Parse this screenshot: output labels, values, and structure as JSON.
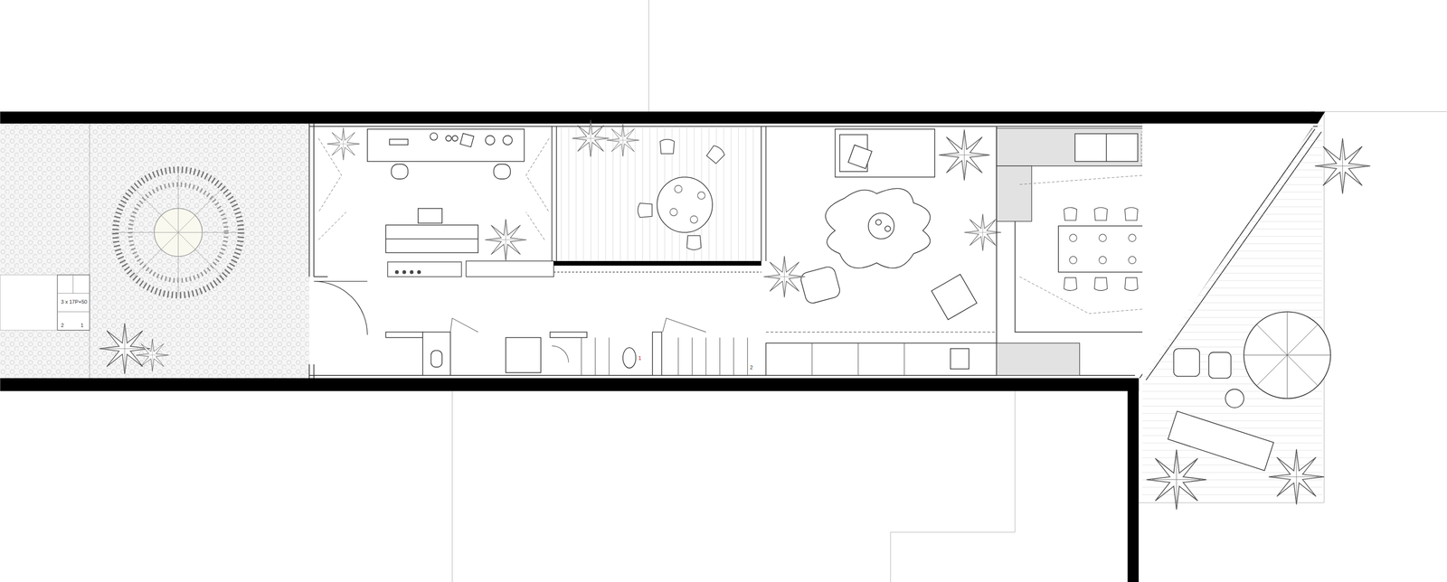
{
  "diagram": {
    "labels": [
      "3 x 17P+50",
      "2",
      "1",
      "1",
      "2"
    ]
  }
}
